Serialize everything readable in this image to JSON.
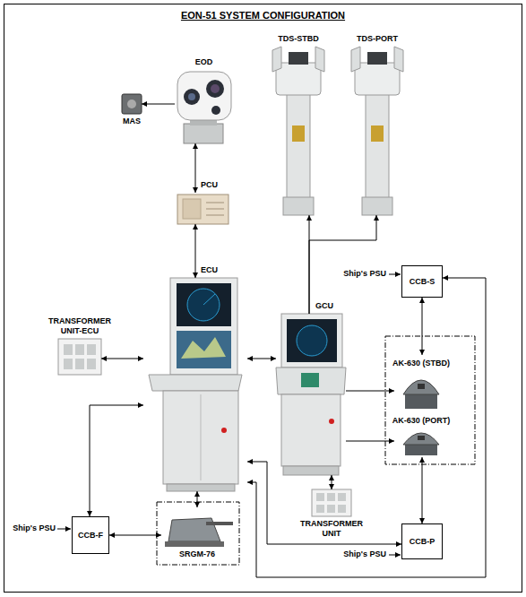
{
  "diagram": {
    "title": "EON-51 SYSTEM CONFIGURATION",
    "nodes": [
      {
        "text": [
          "EOD"
        ]
      },
      {
        "text": [
          "MAS"
        ]
      },
      {
        "text": [
          "TDS-STBD"
        ]
      },
      {
        "text": [
          "TDS-PORT"
        ]
      },
      {
        "text": [
          "PCU"
        ]
      },
      {
        "text": [
          "ECU"
        ]
      },
      {
        "text": [
          "TRANSFORMER UNIT-ECU"
        ]
      },
      {
        "text": [
          "GCU"
        ]
      },
      {
        "text": [
          "CCB-S"
        ]
      },
      {
        "text": [
          "AK-630 (STBD)"
        ]
      },
      {
        "text": [
          "AK-630 (PORT)"
        ]
      },
      {
        "text": [
          "TRANSFORMER UNIT"
        ]
      },
      {
        "text": [
          "CCB-F"
        ]
      },
      {
        "text": [
          "SRGM-76"
        ]
      },
      {
        "text": [
          "CCB-P"
        ]
      }
    ],
    "edges": [
      {
        "from": 0,
        "to": 1,
        "arrow": "to"
      },
      {
        "from": 0,
        "to": 4,
        "arrow": "both"
      },
      {
        "from": 4,
        "to": 5,
        "arrow": "both"
      },
      {
        "from": 6,
        "to": 5,
        "arrow": "both"
      },
      {
        "from": 5,
        "to": 7,
        "arrow": "both"
      },
      {
        "from": 7,
        "to": 2,
        "arrow": "to"
      },
      {
        "from": 7,
        "to": 3,
        "arrow": "to"
      },
      {
        "from": 7,
        "to": 9,
        "arrow": "to"
      },
      {
        "from": 7,
        "to": 10,
        "arrow": "to"
      },
      {
        "from": 8,
        "to": 9,
        "arrow": "both"
      },
      {
        "from": 14,
        "to": 10,
        "arrow": "both"
      },
      {
        "from": 5,
        "to": 8,
        "arrow": "both"
      },
      {
        "from": 5,
        "to": 14,
        "arrow": "both"
      },
      {
        "from": 7,
        "to": 11,
        "arrow": "both"
      },
      {
        "from": 12,
        "to": 5,
        "arrow": "both"
      },
      {
        "from": 12,
        "to": 13,
        "arrow": "both"
      },
      {
        "from": 5,
        "to": 13,
        "arrow": "both"
      }
    ],
    "labels": [
      "Ship's PSU",
      "Ship's PSU",
      "Ship's PSU"
    ]
  }
}
